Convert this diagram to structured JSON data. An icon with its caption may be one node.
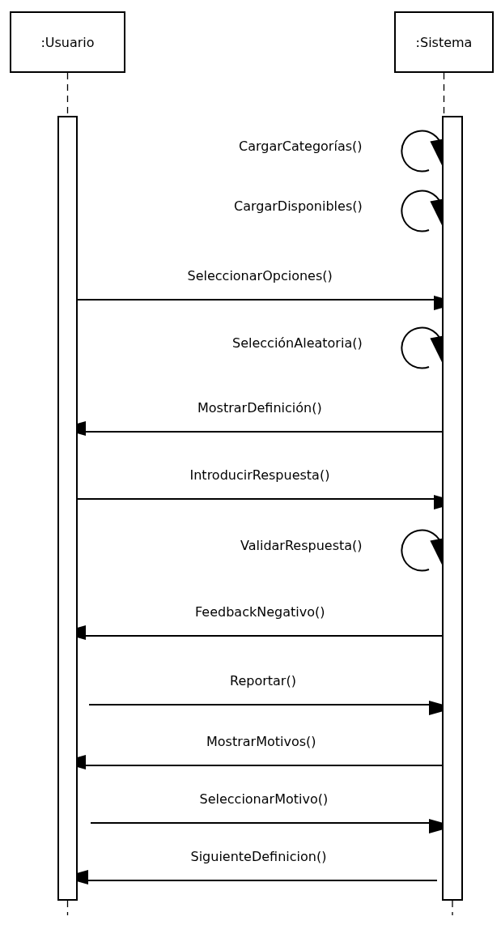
{
  "diagram": {
    "nodes": [
      {
        "text": [
          ":Usuario"
        ]
      },
      {
        "text": [
          ":Sistema"
        ]
      },
      {
        "text": [],
        "shape": "bar"
      },
      {
        "text": [],
        "shape": "bar"
      }
    ],
    "edges": [
      {
        "from": 0,
        "to": 2,
        "arrow": "none",
        "style": "dashed"
      },
      {
        "from": 1,
        "to": 3,
        "arrow": "none",
        "style": "dashed"
      },
      {
        "from": 3,
        "to": 3,
        "arrow": "to",
        "label": "CargarCategorías()"
      },
      {
        "from": 3,
        "to": 3,
        "arrow": "to",
        "label": "CargarDisponibles()"
      },
      {
        "from": 2,
        "to": 3,
        "arrow": "to",
        "label": "SeleccionarOpciones()"
      },
      {
        "from": 3,
        "to": 3,
        "arrow": "to",
        "label": "SelecciónAleatoria()"
      },
      {
        "from": 3,
        "to": 2,
        "arrow": "to",
        "label": "MostrarDefinición()"
      },
      {
        "from": 2,
        "to": 3,
        "arrow": "to",
        "label": "IntroducirRespuesta()"
      },
      {
        "from": 3,
        "to": 3,
        "arrow": "to",
        "label": "ValidarRespuesta()"
      },
      {
        "from": 3,
        "to": 2,
        "arrow": "to",
        "label": "FeedbackNegativo()"
      },
      {
        "from": 2,
        "to": 3,
        "arrow": "to",
        "label": "Reportar()"
      },
      {
        "from": 3,
        "to": 2,
        "arrow": "to",
        "label": "MostrarMotivos()"
      },
      {
        "from": 2,
        "to": 3,
        "arrow": "to",
        "label": "SeleccionarMotivo()"
      },
      {
        "from": 3,
        "to": 2,
        "arrow": "to",
        "label": "SiguienteDefinicion()"
      },
      {
        "from": 2,
        "to": null,
        "arrow": "none",
        "style": "dashed"
      },
      {
        "from": 3,
        "to": null,
        "arrow": "none",
        "style": "dashed"
      }
    ]
  }
}
